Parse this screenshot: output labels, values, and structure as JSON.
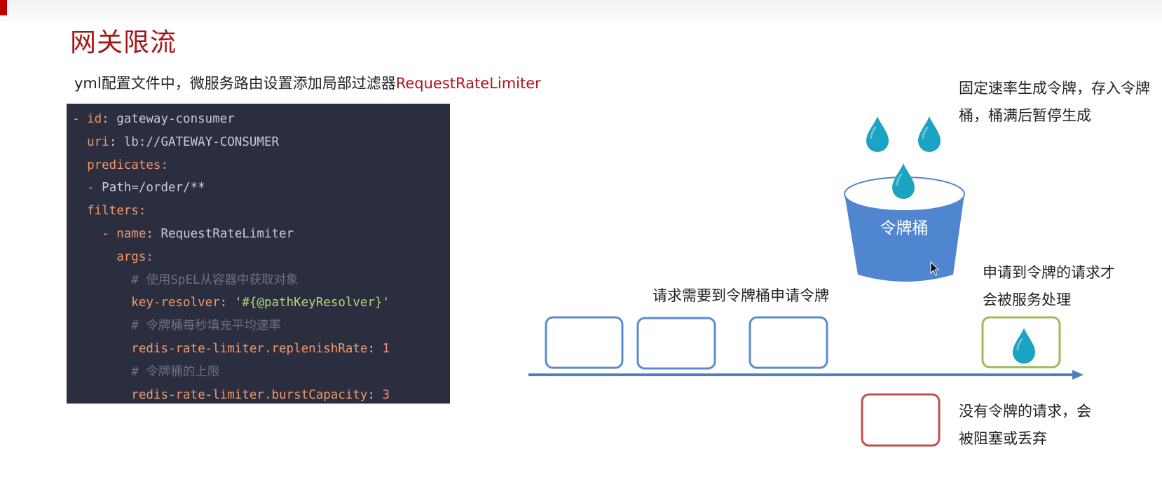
{
  "title": "网关限流",
  "subtitle": {
    "prefix": "yml配置文件中，微服务路由设置添加局部过滤器",
    "highlight": "RequestRateLimiter"
  },
  "code": {
    "line1": {
      "dash": "- ",
      "key": "id",
      "sep": ": ",
      "val": "gateway-consumer"
    },
    "line2": {
      "key": "uri",
      "sep": ": ",
      "val": "lb://GATEWAY-CONSUMER"
    },
    "line3": {
      "key": "predicates",
      "sep": ":"
    },
    "line4": {
      "dash": "- ",
      "val": "Path=/order/**"
    },
    "line5": {
      "key": "filters",
      "sep": ":"
    },
    "line6": {
      "dash": "- ",
      "key": "name",
      "sep": ": ",
      "val": "RequestRateLimiter"
    },
    "line7": {
      "key": "args",
      "sep": ":"
    },
    "line8": {
      "comment": "# 使用SpEL从容器中获取对象"
    },
    "line9": {
      "key": "key-resolver",
      "sep": ": ",
      "val": "'#{@pathKeyResolver}'"
    },
    "line10": {
      "comment": "# 令牌桶每秒填充平均速率"
    },
    "line11": {
      "key": "redis-rate-limiter.replenishRate",
      "sep": ": ",
      "val": "1"
    },
    "line12": {
      "comment": "# 令牌桶的上限"
    },
    "line13": {
      "key": "redis-rate-limiter.burstCapacity",
      "sep": ": ",
      "val": "3"
    }
  },
  "diagram": {
    "bucket_label": "令牌桶",
    "note_generate_1": "固定速率生成令牌，存入令牌",
    "note_generate_2": "桶，桶满后暂停生成",
    "note_request": "请求需要到令牌桶申请令牌",
    "note_processed_1": "申请到令牌的请求才",
    "note_processed_2": "会被服务处理",
    "note_blocked_1": "没有令牌的请求，会",
    "note_blocked_2": "被阻塞或丢弃",
    "colors": {
      "bucket": "#4f86cf",
      "drop": "#1aa3c2",
      "axis": "#4f7fbf",
      "request_box": "#5b8bd0",
      "accepted_box": "#9bbb59",
      "rejected_box": "#c0504d"
    }
  }
}
